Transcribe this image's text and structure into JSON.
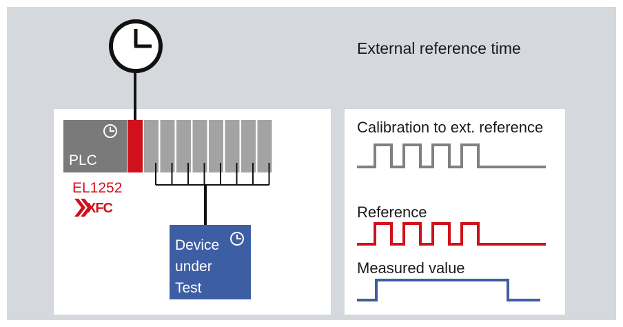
{
  "labels": {
    "external_reference_time": "External reference time",
    "plc": "PLC",
    "terminal_name": "EL1252",
    "xfc_logo": "XFC",
    "device_line1": "Device",
    "device_line2": "under",
    "device_line3": "Test",
    "calibration": "Calibration to ext. reference",
    "reference": "Reference",
    "measured_value": "Measured value"
  },
  "colors": {
    "background": "#d5d8dc",
    "panel": "#ffffff",
    "plc_gray": "#7a7a7a",
    "terminal_gray": "#a3a3a3",
    "el1252_red": "#d0101b",
    "device_blue": "#3e5ea3",
    "calibration_signal": "#808080",
    "reference_signal": "#d0101b",
    "measured_signal": "#3e5ea3"
  },
  "icons": [
    "clock-icon"
  ],
  "terminal_count": 8
}
